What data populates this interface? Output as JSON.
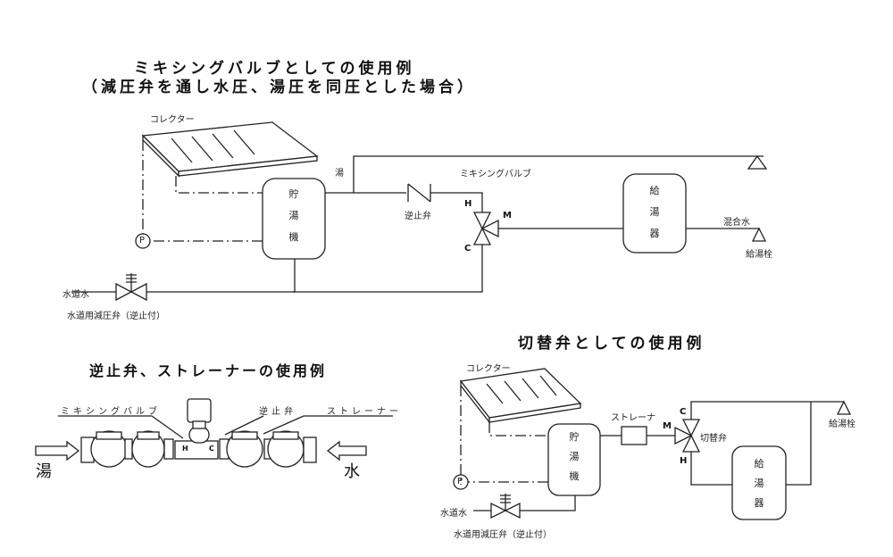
{
  "diagram1": {
    "title_line1": "ミキシングバルブとしての使用例",
    "title_line2": "（減圧弁を通し水圧、湯圧を同圧とした場合）",
    "collector_label": "コレクター",
    "tank_chars": [
      "貯",
      "湯",
      "機"
    ],
    "heater_chars": [
      "給",
      "湯",
      "器"
    ],
    "pump_label": "P",
    "hot_label": "湯",
    "check_valve_label": "逆止弁",
    "mixing_valve_label": "ミキシングバルブ",
    "port_h": "H",
    "port_c": "C",
    "port_m": "M",
    "mixed_water_label": "混合水",
    "faucet_label": "給湯栓",
    "tap_water_label": "水道水",
    "reducing_valve_label": "水道用減圧弁（逆止付）"
  },
  "diagram2": {
    "title": "逆止弁、ストレーナーの使用例",
    "mixing_valve_label": "ミキシングバルブ",
    "check_valve_label": "逆止弁",
    "strainer_label": "ストレーナー",
    "hot_label": "湯",
    "water_label": "水",
    "port_h": "H",
    "port_c": "C"
  },
  "diagram3": {
    "title": "切替弁としての使用例",
    "collector_label": "コレクター",
    "tank_chars": [
      "貯",
      "湯",
      "機"
    ],
    "heater_chars": [
      "給",
      "湯",
      "器"
    ],
    "pump_label": "P",
    "strainer_label": "ストレーナ",
    "switch_valve_label": "切替弁",
    "port_c": "C",
    "port_m": "M",
    "port_h": "H",
    "faucet_label": "給湯栓",
    "tap_water_label": "水道水",
    "reducing_valve_label": "水道用減圧弁（逆止付）"
  }
}
